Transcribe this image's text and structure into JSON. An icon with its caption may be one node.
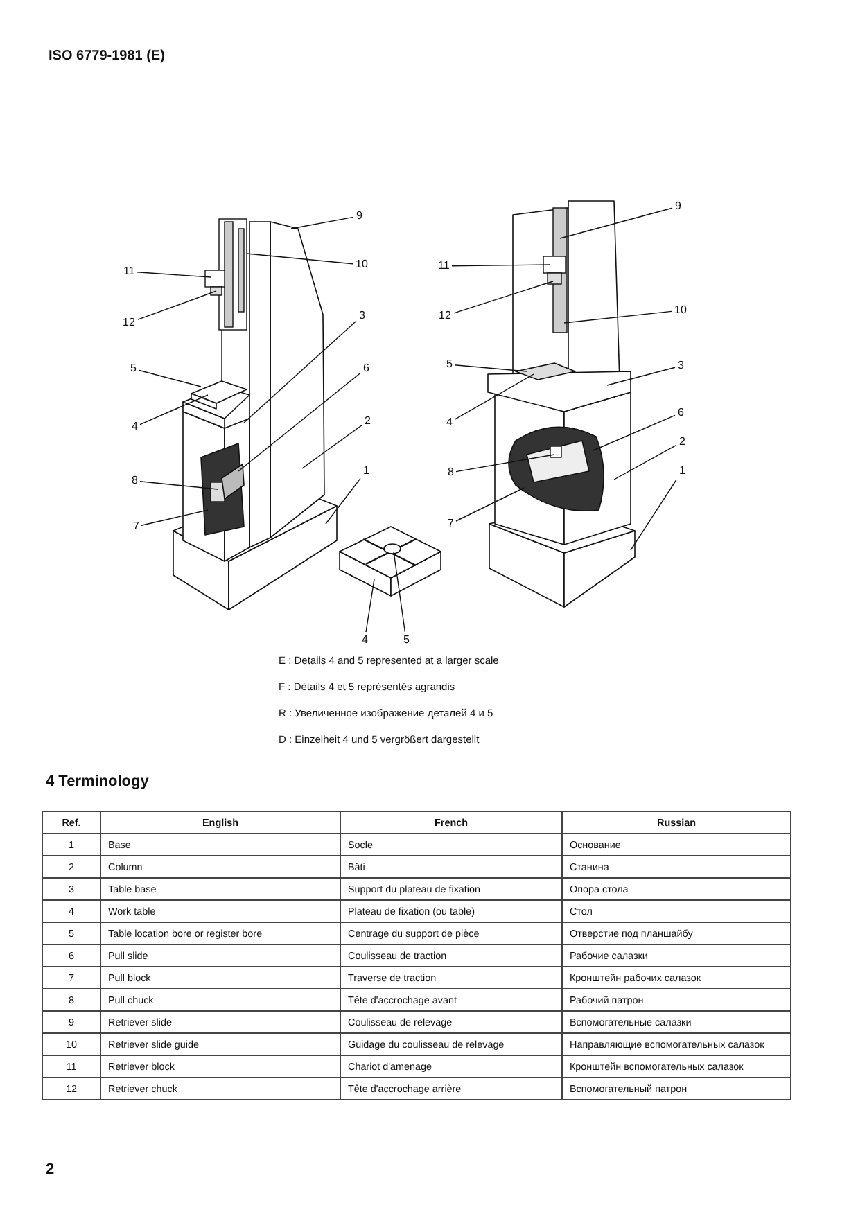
{
  "diagram": {
    "nodes": [
      {
        "text": [
          "9"
        ]
      },
      {
        "text": [
          "10"
        ]
      },
      {
        "text": [
          "11"
        ]
      },
      {
        "text": [
          "12"
        ]
      },
      {
        "text": [
          "3"
        ]
      },
      {
        "text": [
          "5"
        ]
      },
      {
        "text": [
          "6"
        ]
      },
      {
        "text": [
          "4"
        ]
      },
      {
        "text": [
          "2"
        ]
      },
      {
        "text": [
          "8"
        ]
      },
      {
        "text": [
          "1"
        ]
      },
      {
        "text": [
          "7"
        ]
      },
      {
        "text": [
          "9"
        ]
      },
      {
        "text": [
          "11"
        ]
      },
      {
        "text": [
          "12"
        ]
      },
      {
        "text": [
          "10"
        ]
      },
      {
        "text": [
          "5"
        ]
      },
      {
        "text": [
          "3"
        ]
      },
      {
        "text": [
          "6"
        ]
      },
      {
        "text": [
          "4"
        ]
      },
      {
        "text": [
          "2"
        ]
      },
      {
        "text": [
          "8"
        ]
      },
      {
        "text": [
          "1"
        ]
      },
      {
        "text": [
          "7"
        ]
      },
      {
        "text": [
          "4"
        ]
      },
      {
        "text": [
          "5"
        ]
      },
      {
        "text": [],
        "shape": "picture"
      },
      {
        "text": [],
        "shape": "picture"
      },
      {
        "text": [],
        "shape": "picture"
      }
    ],
    "edges": [
      {
        "from": 0,
        "to": 26,
        "arrow": "none"
      },
      {
        "from": 1,
        "to": 26,
        "arrow": "none"
      },
      {
        "from": 2,
        "to": 26,
        "arrow": "none"
      },
      {
        "from": 3,
        "to": 26,
        "arrow": "none"
      },
      {
        "from": 4,
        "to": 26,
        "arrow": "none"
      },
      {
        "from": 5,
        "to": 26,
        "arrow": "none"
      },
      {
        "from": 6,
        "to": 26,
        "arrow": "none"
      },
      {
        "from": 7,
        "to": 26,
        "arrow": "none"
      },
      {
        "from": 8,
        "to": 26,
        "arrow": "none"
      },
      {
        "from": 9,
        "to": 26,
        "arrow": "none"
      },
      {
        "from": 10,
        "to": 26,
        "arrow": "none"
      },
      {
        "from": 11,
        "to": 26,
        "arrow": "none"
      },
      {
        "from": 12,
        "to": 27,
        "arrow": "none"
      },
      {
        "from": 13,
        "to": 27,
        "arrow": "none"
      },
      {
        "from": 14,
        "to": 27,
        "arrow": "none"
      },
      {
        "from": 15,
        "to": 27,
        "arrow": "none"
      },
      {
        "from": 16,
        "to": 27,
        "arrow": "none"
      },
      {
        "from": 17,
        "to": 27,
        "arrow": "none"
      },
      {
        "from": 18,
        "to": 27,
        "arrow": "none"
      },
      {
        "from": 19,
        "to": 27,
        "arrow": "none"
      },
      {
        "from": 20,
        "to": 27,
        "arrow": "none"
      },
      {
        "from": 21,
        "to": 27,
        "arrow": "none"
      },
      {
        "from": 22,
        "to": 27,
        "arrow": "none"
      },
      {
        "from": 23,
        "to": 27,
        "arrow": "none"
      },
      {
        "from": 24,
        "to": 28,
        "arrow": "none"
      },
      {
        "from": 25,
        "to": 28,
        "arrow": "none"
      }
    ],
    "labels": [
      "ISO 6779-1981 (E)",
      "E : Details 4 and 5 represented at a larger scale",
      "F : Détails 4 et 5 représentés agrandis",
      "R : Увеличенное изображение деталей 4 и 5",
      "D : Einzelheit 4 und 5 vergrößert dargestellt",
      "4 Terminology",
      "Ref.",
      "English",
      "French",
      "Russian",
      "1",
      "Base",
      "Socle",
      "Основание",
      "2",
      "Column",
      "Bâti",
      "Станина",
      "3",
      "Table base",
      "Support du plateau de fixation",
      "Опора стола",
      "4",
      "Work table",
      "Plateau de fixation (ou table)",
      "Стол",
      "5",
      "Table location bore or register bore",
      "Centrage du support de pièce",
      "Отверстие под планшайбу",
      "6",
      "Pull slide",
      "Coulisseau de traction",
      "Рабочие салазки",
      "7",
      "Pull block",
      "Traverse de traction",
      "Кронштейн рабочих салазок",
      "8",
      "Pull chuck",
      "Tête d'accrochage avant",
      "Рабочий патрон",
      "9",
      "Retriever slide",
      "Coulisseau de relevage",
      "Вспомогательные салазки",
      "10",
      "Retriever slide guide",
      "Guidage du coulisseau de relevage",
      "Направляющие вспомогательных салазок",
      "11",
      "Retriever block",
      "Chariot d'amenage",
      "Кронштейн вспомогательных салазок",
      "12",
      "Retriever chuck",
      "Tête d'accrochage arrière",
      "Вспомогательный патрон",
      "2"
    ]
  }
}
